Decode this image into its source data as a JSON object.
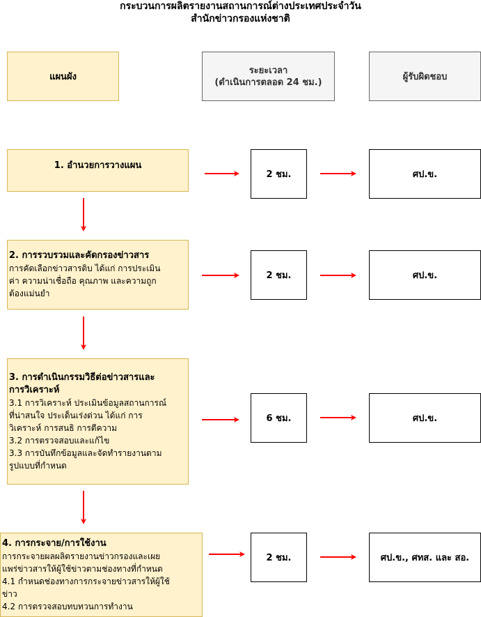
{
  "title": {
    "line1": "กระบวนการผลิตรายงานสถานการณ์ต่างประเทศประจำวัน",
    "line2": "สำนักข่าวกรองแห่งชาติ"
  },
  "headers": {
    "plan": "แผนผัง",
    "duration": "ระยะเวลา\n(ดำเนินการตลอด 24 ชม.)",
    "duration_line1": "ระยะเวลา",
    "duration_line2": "(ดำเนินการตลอด 24 ชม.)",
    "responsible": "ผู้รับผิดชอบ"
  },
  "steps": [
    {
      "heading": "1. อำนวยการวางแผน",
      "lines": [],
      "duration": "2 ชม.",
      "responsible": "ศป.ข."
    },
    {
      "heading": "2. การรวบรวมและคัดกรองข่าวสาร",
      "lines": [
        "การคัดเลือกข่าวสารดิบ ได้แก่ การประเมิน",
        "ค่า ความน่าเชื่อถือ คุณภาพ  และความถูก",
        "ต้องแม่นยำ"
      ],
      "duration": "2 ชม.",
      "responsible": "ศป.ข."
    },
    {
      "heading_line1": "3. การดำเนินกรรมวิธีต่อข่าวสารและ",
      "heading_line2": "การวิเคราะห์",
      "lines": [
        "3.1 การวิเคราะห์ ประเมินข้อมูลสถานการณ์",
        "ที่น่าสนใจ ประเด็นเร่งด่วน ได้แก่ การ",
        "วิเคราะห์ การสนธิ การตีความ",
        "3.2 การตรวจสอบและแก้ไข",
        "3.3 การบันทึกข้อมูลและจัดทำรายงานตาม",
        "รูปแบบที่กำหนด"
      ],
      "duration": "6 ชม.",
      "responsible": "ศป.ข."
    },
    {
      "heading": "4. การกระจาย/การใช้งาน",
      "lines": [
        "การกระจายผลผลิตรายงานข่าวกรองและเผย",
        "แพร่ข่าวสารให้ผู้ใช้ข่าวตามช่องทางที่กำหนด",
        "4.1 กำหนดช่องทางการกระจายข่าวสารให้ผู้ใช้",
        "ข่าว",
        "4.2 การตรวจสอบทบทวนการทำงาน"
      ],
      "duration": "2 ชม.",
      "responsible": "ศป.ข., ศทส. และ สอ."
    }
  ],
  "colors": {
    "step_fill": "#fff2cc",
    "step_border": "#d6b656",
    "header_gray_fill": "#f5f5f5",
    "header_gray_border": "#666666",
    "arrow": "#ff0000"
  }
}
